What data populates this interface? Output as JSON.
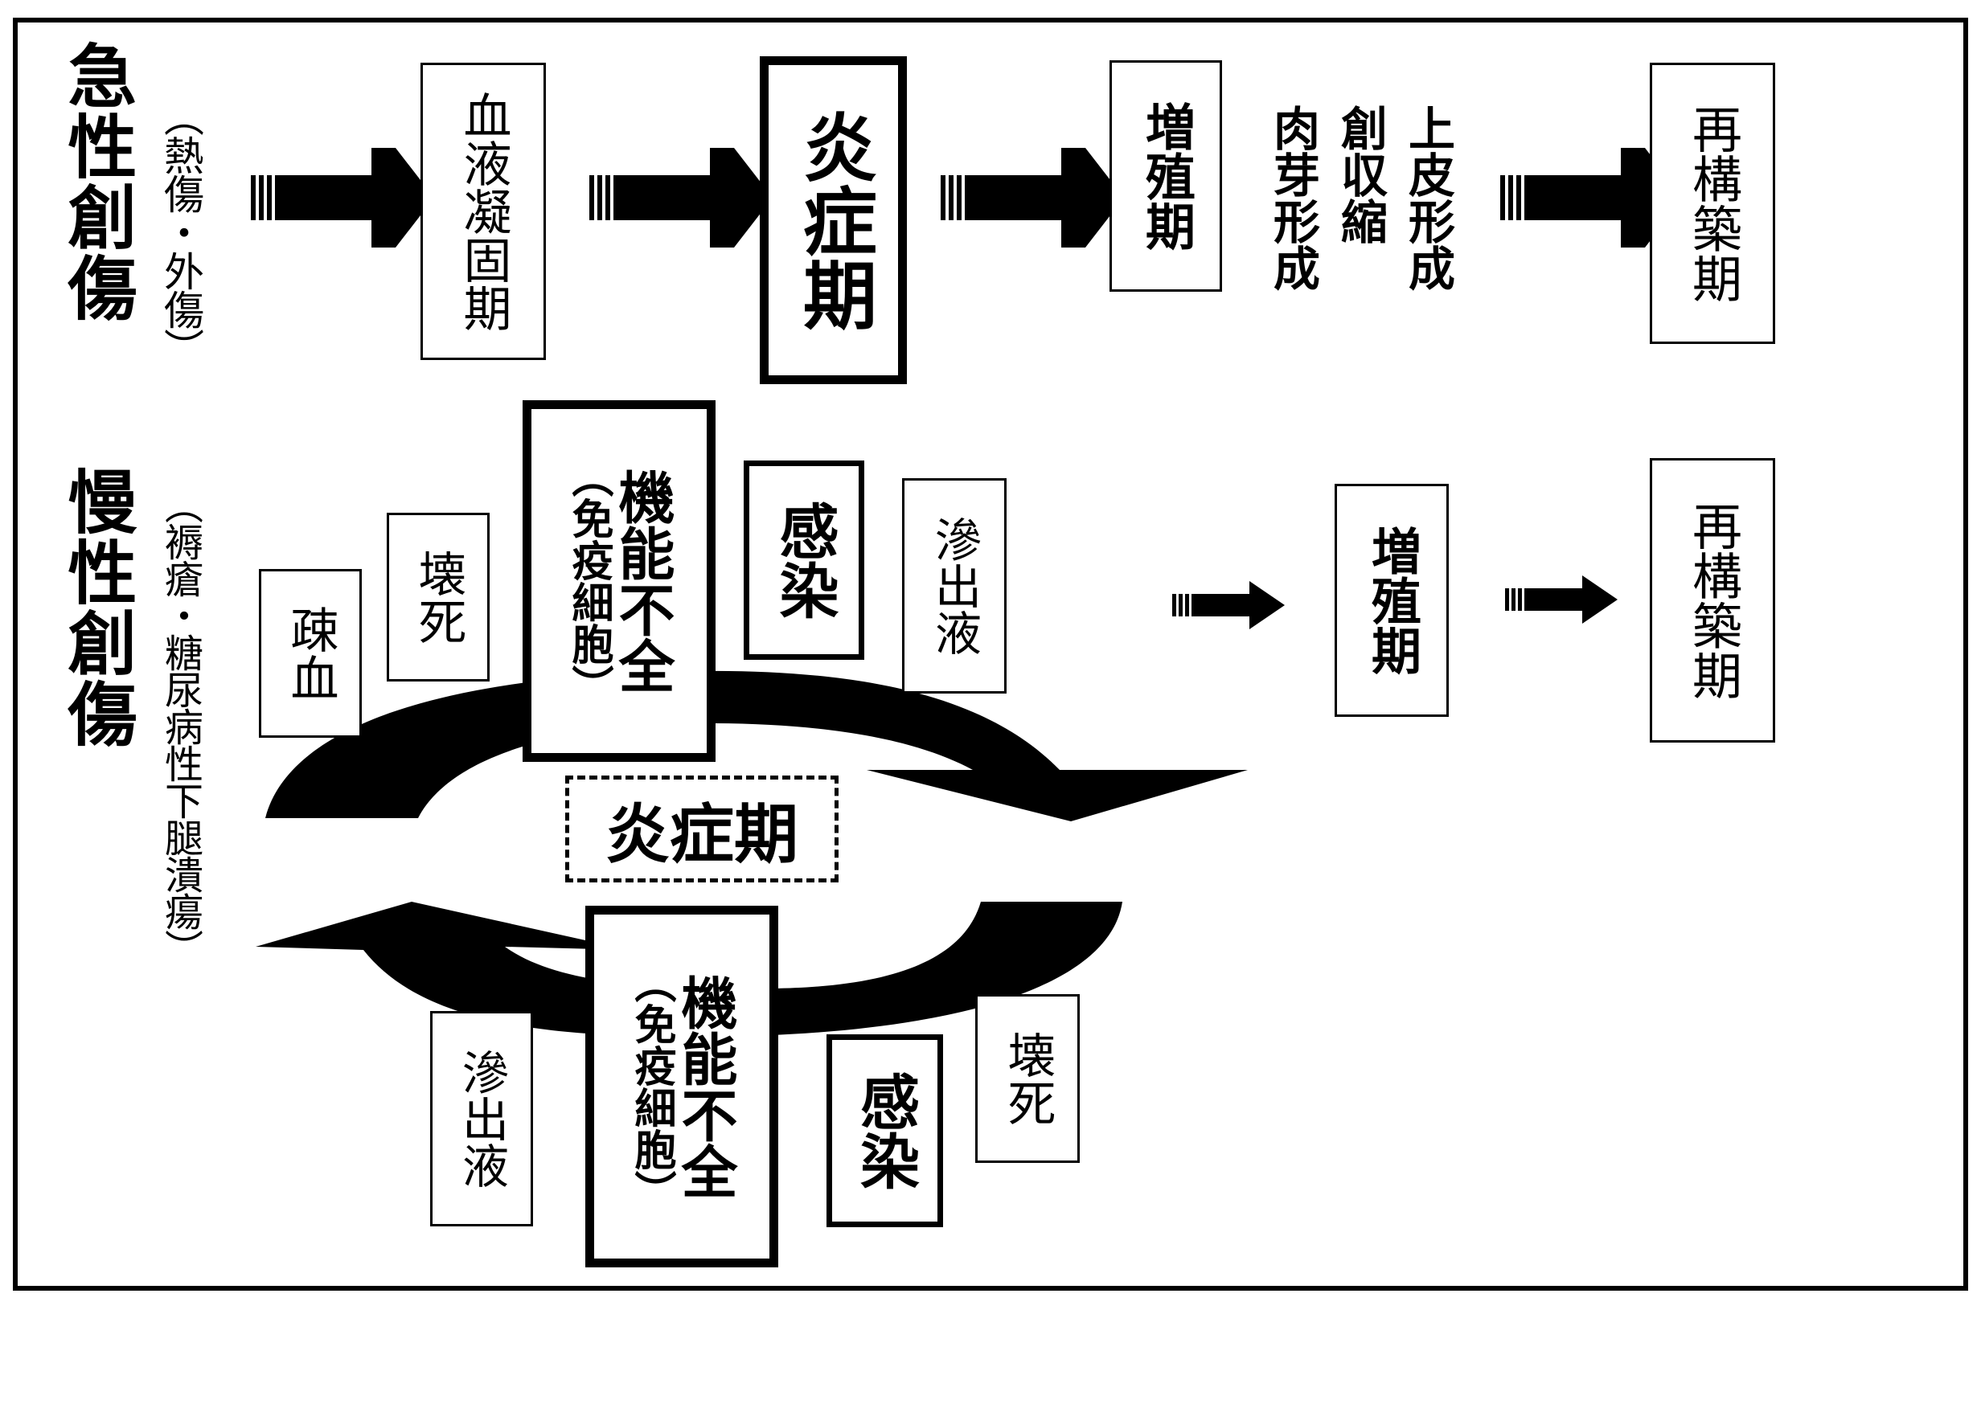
{
  "acute": {
    "label": "急性創傷",
    "sub": "（熱傷・外傷）",
    "blood_clot": "血液凝固期",
    "inflammation": "炎症期",
    "proliferation": "増殖期",
    "proliferation_details": [
      "上皮形成",
      "創収縮",
      "肉芽形成"
    ],
    "remodeling": "再構築期"
  },
  "chronic": {
    "label": "慢性創傷",
    "sub": "（褥瘡・糖尿病性下腿潰瘍）",
    "ischemia": "疎血",
    "necrosis_top": "壊死",
    "dysfunction_top_main": "機能不全",
    "dysfunction_top_sub": "（免疫細胞）",
    "infection_top": "感染",
    "exudate_top": "滲出液",
    "inflammation_cycle": "炎症期",
    "exudate_bottom": "滲出液",
    "dysfunction_bottom_main": "機能不全",
    "dysfunction_bottom_sub": "（免疫細胞）",
    "infection_bottom": "感染",
    "necrosis_bottom": "壊死",
    "proliferation": "増殖期",
    "remodeling": "再構築期"
  },
  "colors": {
    "ink": "#000000",
    "paper": "#ffffff"
  }
}
